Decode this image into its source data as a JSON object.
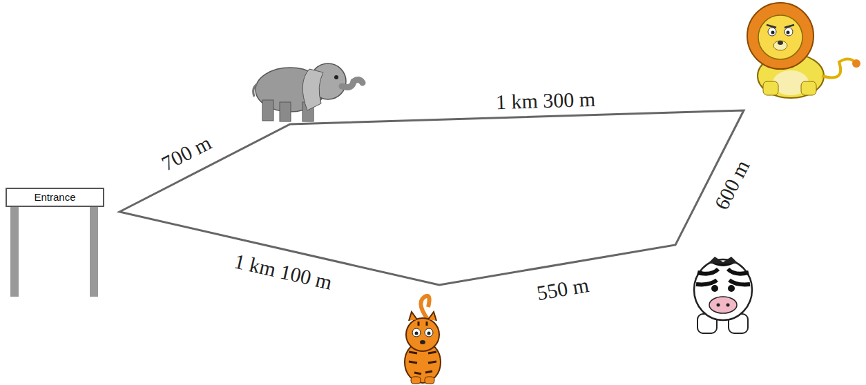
{
  "diagram": {
    "nodes": [
      {
        "text": [
          "Entrance"
        ]
      }
    ],
    "labels": [
      "700 m",
      "1 km 300 m",
      "600 m",
      "1 km 100 m",
      "550 m"
    ]
  }
}
